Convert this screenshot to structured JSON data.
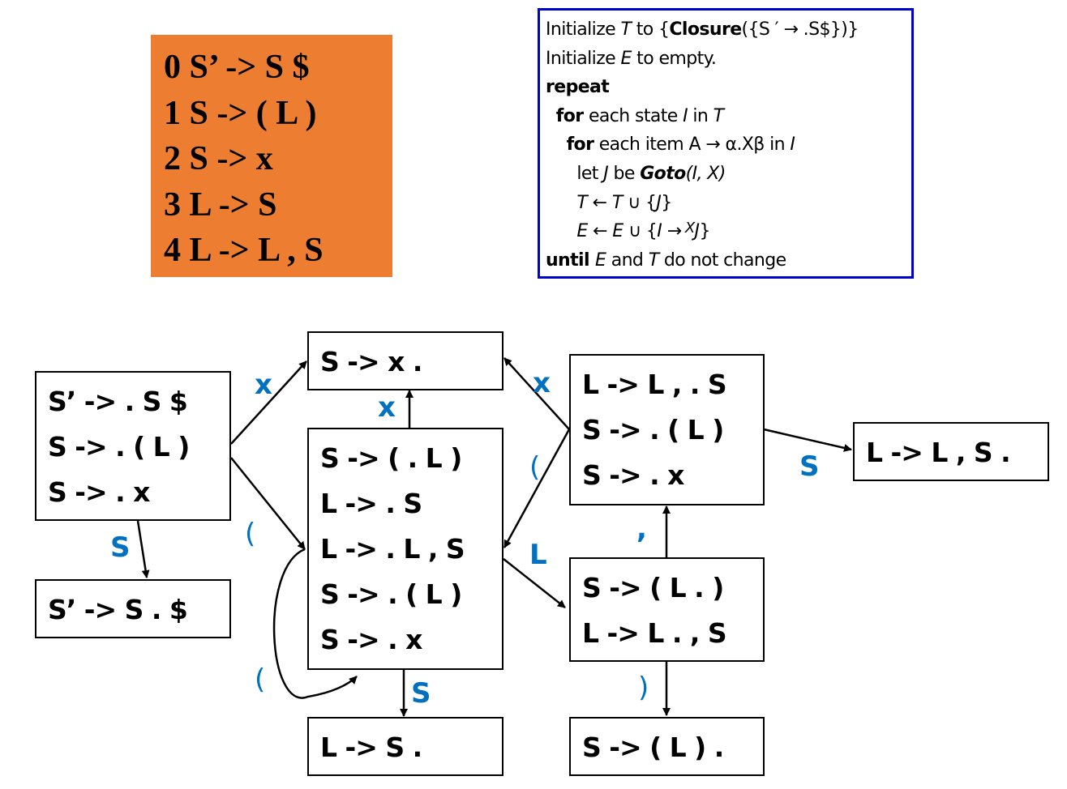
{
  "grammar": [
    "0 S’ -> S $",
    "1 S -> ( L )",
    "2 S -> x",
    "3 L -> S",
    "4 L -> L , S"
  ],
  "algorithm": {
    "l1": [
      "Initialize ",
      "T",
      " to {",
      "Closure",
      "({S ′ → .S$})}"
    ],
    "l2": [
      "Initialize ",
      "E",
      " to empty."
    ],
    "l3": [
      "repeat"
    ],
    "l4": [
      "  ",
      "for",
      " each state ",
      "I",
      " in ",
      "T"
    ],
    "l5": [
      "    ",
      "for",
      " each item A → α.Xβ in ",
      "I"
    ],
    "l6": [
      "      let ",
      "J",
      " be ",
      "Goto",
      "(I, X)"
    ],
    "l7": [
      "      ",
      "T",
      " ← ",
      "T",
      " ∪ {",
      "J",
      "}"
    ],
    "l8": [
      "      ",
      "E",
      " ← ",
      "E",
      " ∪ {",
      "I",
      " → ",
      "J",
      "}"
    ],
    "l8_over": "X",
    "l9": [
      "until ",
      "E",
      " and ",
      "T",
      " do not change"
    ]
  },
  "states": {
    "s0": [
      "S’ -> . S $",
      "S -> . ( L )",
      "S -> . x"
    ],
    "accept": [
      "S’ -> S . $"
    ],
    "sx": [
      "S -> x ."
    ],
    "sparen": [
      "S -> ( . L )",
      "L -> . S",
      "L -> . L , S",
      "S -> . ( L )",
      "S -> . x"
    ],
    "sLS": [
      "L -> S ."
    ],
    "scomma": [
      "L -> L , . S",
      "S -> . ( L )",
      "S -> . x"
    ],
    "sLLS": [
      "L -> L , S ."
    ],
    "sLclose": [
      "S -> ( L . )",
      "L -> L . , S"
    ],
    "sfinal": [
      "S -> ( L ) ."
    ]
  },
  "edges": {
    "s0_sx": "x",
    "s0_sparen": "(",
    "s0_accept": "S",
    "sparen_sx": "x",
    "sparen_self": "(",
    "sparen_sLS": "S",
    "sparen_sLclose": "L",
    "scomma_sx": "x",
    "scomma_sparen": "(",
    "scomma_sLLS": "S",
    "sLclose_scomma": ",",
    "sLclose_sfinal": ")"
  },
  "colors": {
    "grammar_bg": "#ED7D31",
    "algo_border": "#0000CC",
    "edge_label": "#0070C0"
  }
}
